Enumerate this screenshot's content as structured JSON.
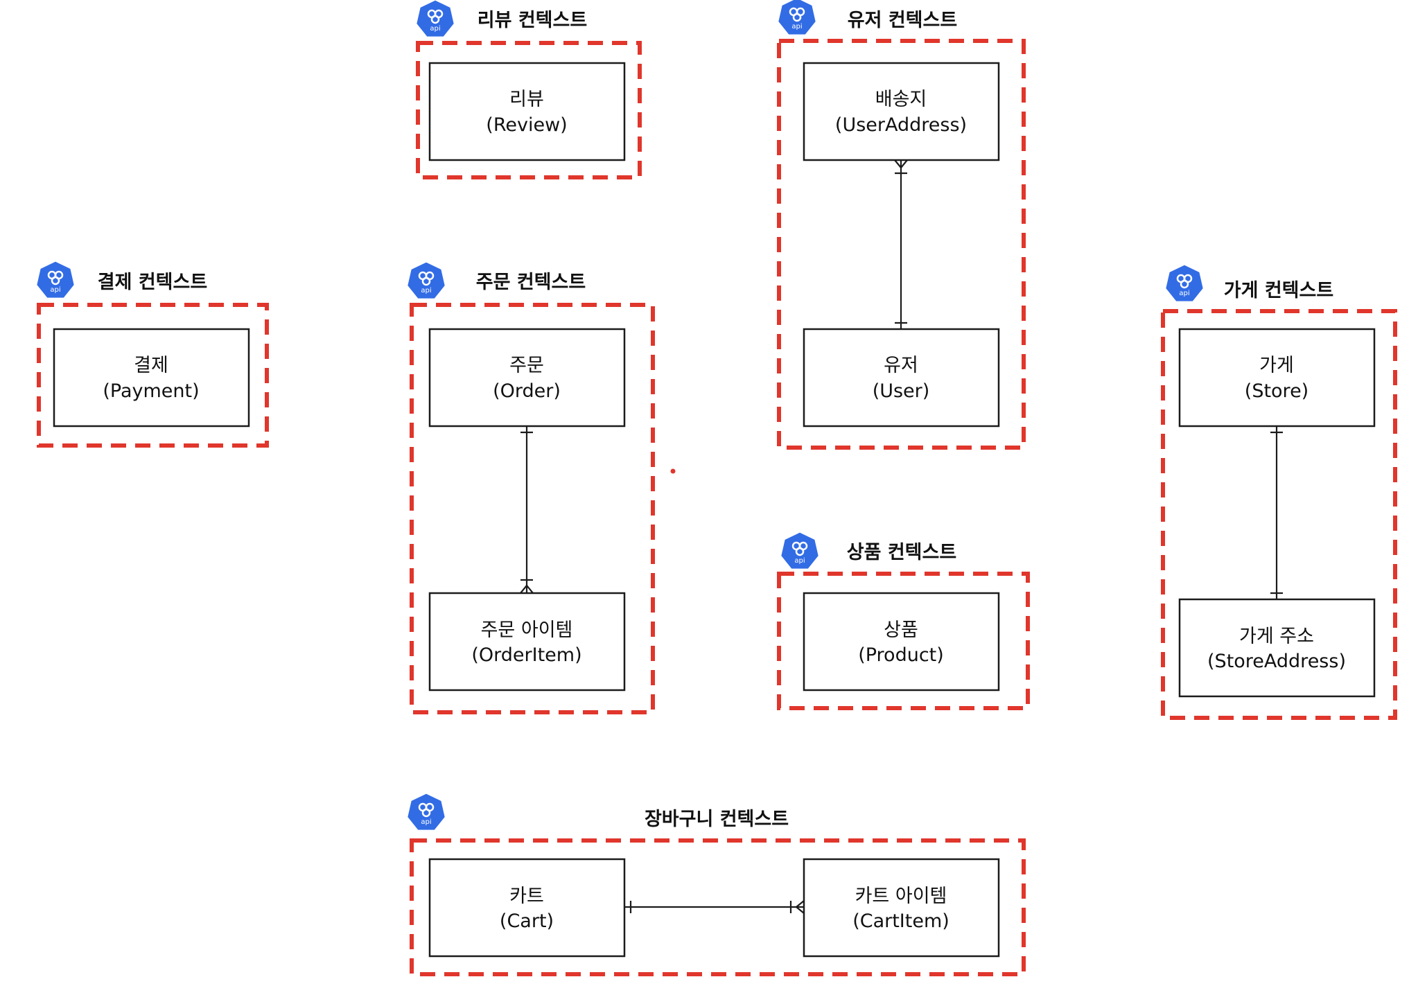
{
  "api_icon_label": "api",
  "colors": {
    "context_border": "#e0362c",
    "api_icon": "#326ce5",
    "entity_border": "#1b1b1b"
  },
  "contexts": {
    "review": {
      "title": "리뷰 컨텍스트"
    },
    "user": {
      "title": "유저 컨텍스트"
    },
    "payment": {
      "title": "결제 컨텍스트"
    },
    "order": {
      "title": "주문 컨텍스트"
    },
    "store": {
      "title": "가게 컨텍스트"
    },
    "product": {
      "title": "상품 컨텍스트"
    },
    "cart": {
      "title": "장바구니 컨텍스트"
    }
  },
  "entities": {
    "review": {
      "ko": "리뷰",
      "en": "(Review)"
    },
    "user_address": {
      "ko": "배송지",
      "en": "(UserAddress)"
    },
    "user": {
      "ko": "유저",
      "en": "(User)"
    },
    "payment": {
      "ko": "결제",
      "en": "(Payment)"
    },
    "order": {
      "ko": "주문",
      "en": "(Order)"
    },
    "order_item": {
      "ko": "주문 아이템",
      "en": "(OrderItem)"
    },
    "store": {
      "ko": "가게",
      "en": "(Store)"
    },
    "store_address": {
      "ko": "가게 주소",
      "en": "(StoreAddress)"
    },
    "product": {
      "ko": "상품",
      "en": "(Product)"
    },
    "cart": {
      "ko": "카트",
      "en": "(Cart)"
    },
    "cart_item": {
      "ko": "카트 아이템",
      "en": "(CartItem)"
    }
  }
}
